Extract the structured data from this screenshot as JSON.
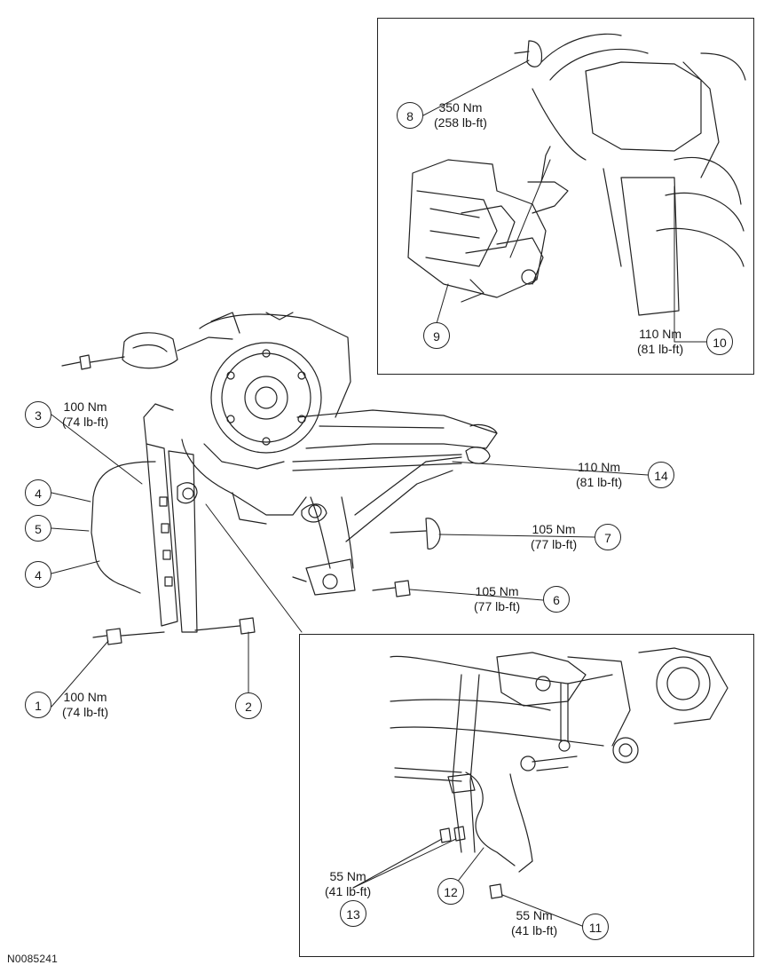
{
  "figure_id": "N0085241",
  "callouts": {
    "c1": "1",
    "c2": "2",
    "c3": "3",
    "c4a": "4",
    "c4b": "4",
    "c5": "5",
    "c6": "6",
    "c7": "7",
    "c8": "8",
    "c9": "9",
    "c10": "10",
    "c11": "11",
    "c12": "12",
    "c13": "13",
    "c14": "14"
  },
  "torques": {
    "t1": {
      "nm": "100 Nm",
      "lbft": "(74 lb-ft)"
    },
    "t3": {
      "nm": "100 Nm",
      "lbft": "(74 lb-ft)"
    },
    "t6": {
      "nm": "105 Nm",
      "lbft": "(77 lb-ft)"
    },
    "t7": {
      "nm": "105 Nm",
      "lbft": "(77 lb-ft)"
    },
    "t8": {
      "nm": "350 Nm",
      "lbft": "(258 lb-ft)"
    },
    "t10": {
      "nm": "110 Nm",
      "lbft": "(81 lb-ft)"
    },
    "t11": {
      "nm": "55 Nm",
      "lbft": "(41 lb-ft)"
    },
    "t13": {
      "nm": "55 Nm",
      "lbft": "(41 lb-ft)"
    },
    "t14": {
      "nm": "110 Nm",
      "lbft": "(81 lb-ft)"
    }
  },
  "colors": {
    "line": "#222222",
    "background": "#ffffff"
  }
}
